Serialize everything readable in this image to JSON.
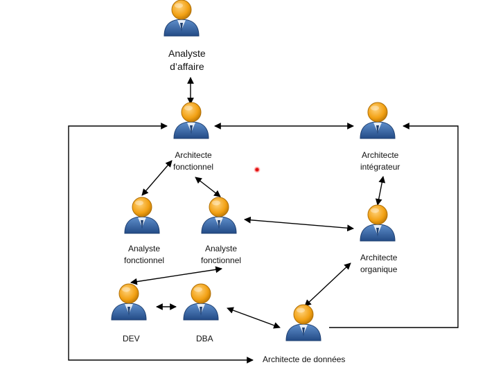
{
  "diagram": {
    "nodes": [
      {
        "id": "analyste-affaire",
        "icon": "person-icon",
        "label_lines": [
          "Analyste",
          "d’affaire"
        ]
      },
      {
        "id": "architecte-fonctionnel",
        "icon": "person-icon",
        "label_lines": [
          "Architecte",
          "fonctionnel"
        ]
      },
      {
        "id": "architecte-integrateur",
        "icon": "person-icon",
        "label_lines": [
          "Architecte",
          "intégrateur"
        ]
      },
      {
        "id": "analyste-fonctionnel-1",
        "icon": "person-icon",
        "label_lines": [
          "Analyste",
          "fonctionnel"
        ]
      },
      {
        "id": "analyste-fonctionnel-2",
        "icon": "person-icon",
        "label_lines": [
          "Analyste",
          "fonctionnel"
        ]
      },
      {
        "id": "architecte-organique",
        "icon": "person-icon",
        "label_lines": [
          "Architecte",
          "organique"
        ]
      },
      {
        "id": "dev",
        "icon": "person-icon",
        "label_lines": [
          "DEV"
        ]
      },
      {
        "id": "dba",
        "icon": "person-icon",
        "label_lines": [
          "DBA"
        ]
      },
      {
        "id": "architecte-donnees",
        "icon": "person-icon",
        "label_lines": [
          "Architecte de données"
        ]
      }
    ],
    "edges": [
      {
        "from": "analyste-affaire",
        "to": "architecte-fonctionnel",
        "bidirectional": true
      },
      {
        "from": "architecte-fonctionnel",
        "to": "architecte-integrateur",
        "bidirectional": true
      },
      {
        "from": "architecte-fonctionnel",
        "to": "analyste-fonctionnel-1",
        "bidirectional": true
      },
      {
        "from": "architecte-fonctionnel",
        "to": "analyste-fonctionnel-2",
        "bidirectional": true
      },
      {
        "from": "architecte-integrateur",
        "to": "architecte-organique",
        "bidirectional": true
      },
      {
        "from": "analyste-fonctionnel-2",
        "to": "architecte-organique",
        "bidirectional": true
      },
      {
        "from": "analyste-fonctionnel-2",
        "to": "dev",
        "bidirectional": true
      },
      {
        "from": "dev",
        "to": "dba",
        "bidirectional": true
      },
      {
        "from": "dba",
        "to": "architecte-donnees",
        "bidirectional": true
      },
      {
        "from": "architecte-organique",
        "to": "architecte-donnees",
        "bidirectional": true
      },
      {
        "from": "architecte-donnees",
        "to": "architecte-fonctionnel",
        "bidirectional": true,
        "routing": "left-loop"
      },
      {
        "from": "architecte-donnees",
        "to": "architecte-integrateur",
        "bidirectional": false,
        "routing": "right-loop"
      }
    ],
    "colors": {
      "person_head": "#f2a114",
      "person_body": "#2f5f9e",
      "connector": "#000000",
      "pointer_dot": "#e01010"
    }
  }
}
